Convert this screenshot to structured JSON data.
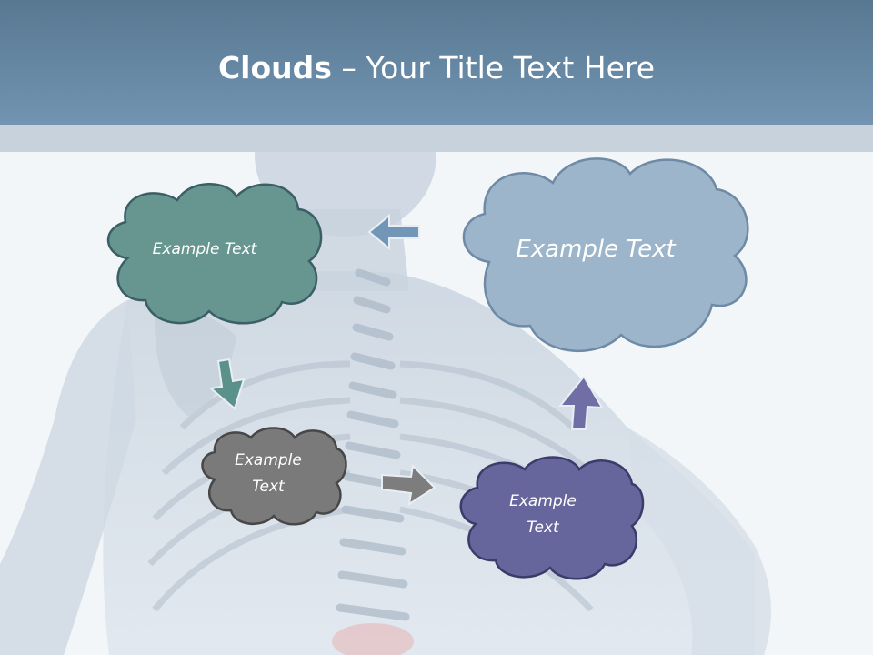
{
  "title": {
    "bold": "Clouds",
    "separator": " – ",
    "rest": "Your Title Text Here"
  },
  "clouds": [
    {
      "text_line1": "Example Text",
      "text_line2": "",
      "color": "#66968f"
    },
    {
      "text_line1": "Example Text",
      "text_line2": "",
      "color": "#9db5ca"
    },
    {
      "text_line1": "Example",
      "text_line2": "Text",
      "color": "#7a7a7a"
    },
    {
      "text_line1": "Example",
      "text_line2": "Text",
      "color": "#66669c"
    }
  ],
  "colors": {
    "header_top": "#587892",
    "header_bottom": "#7294b1",
    "band": "#c7d2dc",
    "arrow_blue": "#7296b7",
    "arrow_teal": "#5b918b",
    "arrow_gray": "#7d7d7d",
    "arrow_purple": "#6f6fa6"
  }
}
